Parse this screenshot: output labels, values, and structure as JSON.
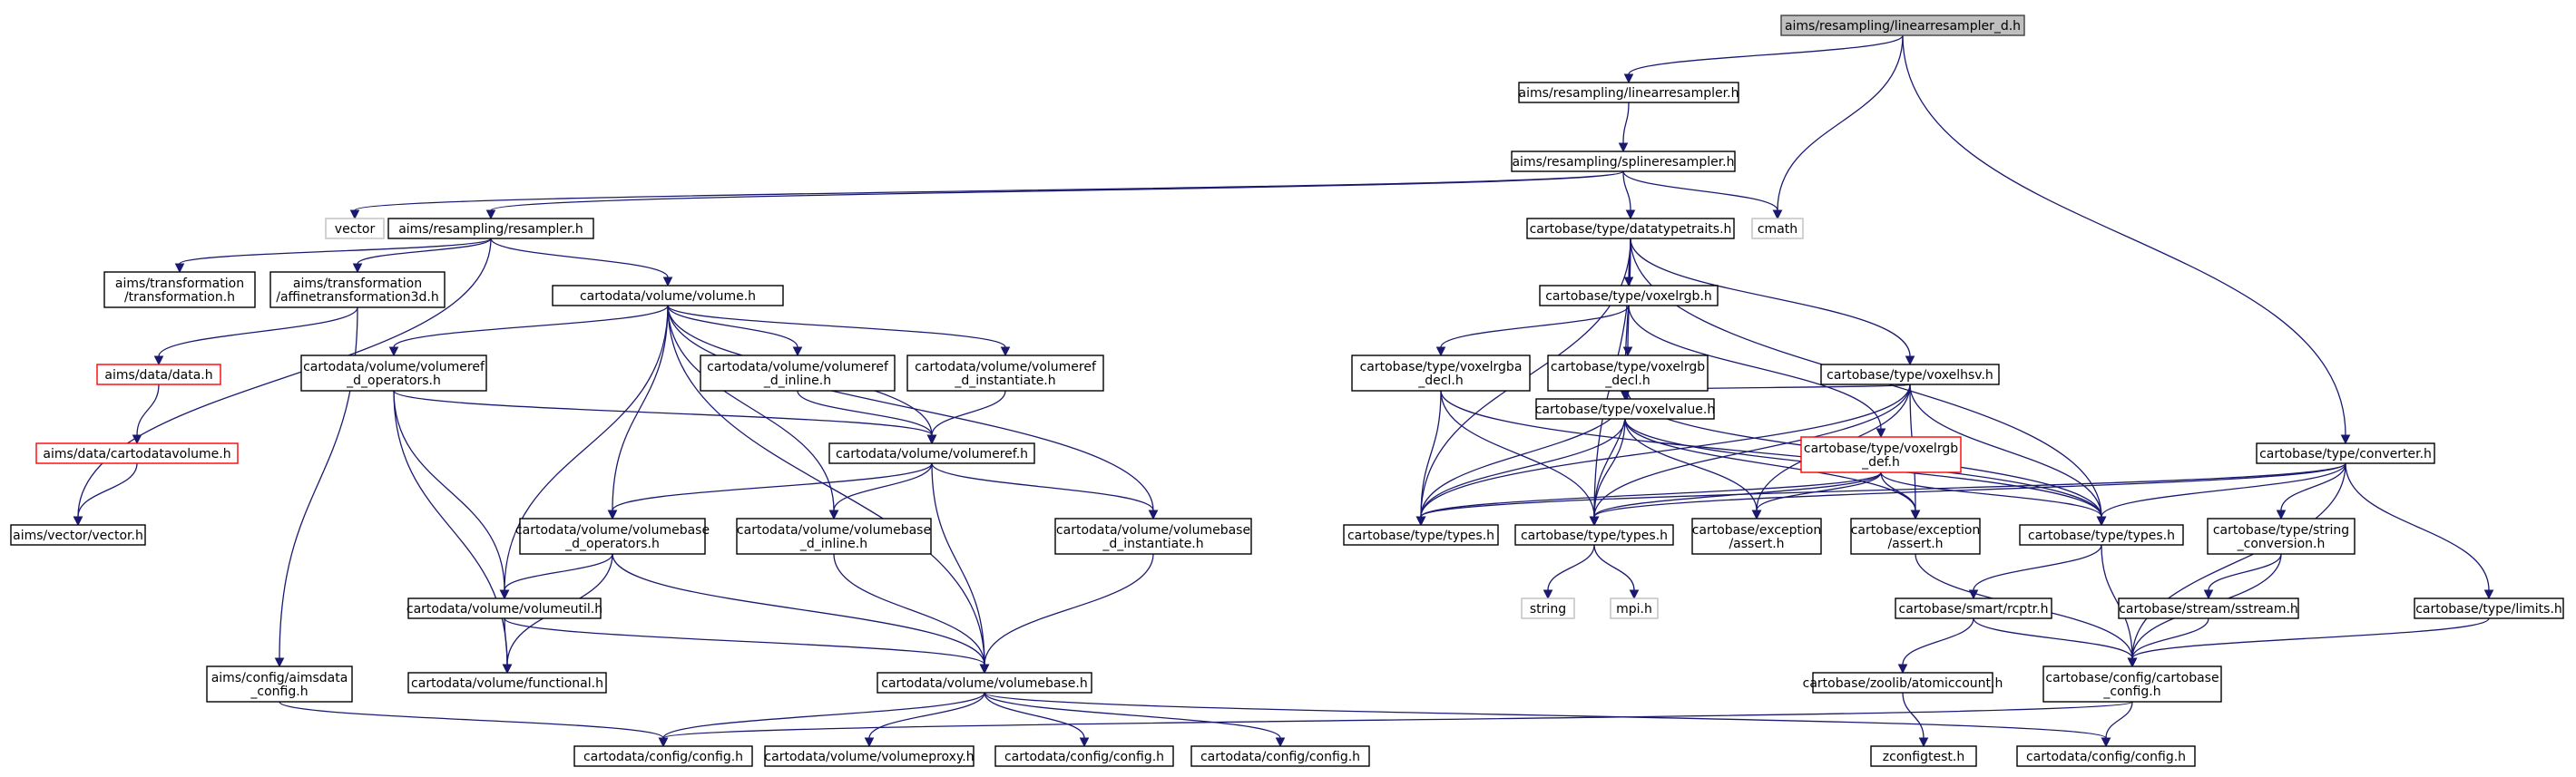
{
  "graph": {
    "root": "aims/resampling/linearresampler_d.h",
    "colors": {
      "edge": "#191970",
      "root_fill": "#bfbfbf",
      "missing_border": "#bfbfbf",
      "truncated_border": "#ff0000",
      "node_border": "#000000"
    },
    "nodes": [
      {
        "id": "n0",
        "label": [
          "aims/resampling/linearresampler_d.h"
        ],
        "style": "root"
      },
      {
        "id": "n1",
        "label": [
          "aims/resampling/linearresampler.h"
        ],
        "style": "normal"
      },
      {
        "id": "n2",
        "label": [
          "aims/resampling/splineresampler.h"
        ],
        "style": "normal"
      },
      {
        "id": "n3",
        "label": [
          "vector"
        ],
        "style": "missing"
      },
      {
        "id": "n4",
        "label": [
          "aims/resampling/resampler.h"
        ],
        "style": "normal"
      },
      {
        "id": "n5",
        "label": [
          "cartobase/type/datatypetraits.h"
        ],
        "style": "normal"
      },
      {
        "id": "n6",
        "label": [
          "cmath"
        ],
        "style": "missing"
      },
      {
        "id": "n7",
        "label": [
          "aims/transformation",
          "/transformation.h"
        ],
        "style": "normal"
      },
      {
        "id": "n8",
        "label": [
          "aims/transformation",
          "/affinetransformation3d.h"
        ],
        "style": "normal"
      },
      {
        "id": "n9",
        "label": [
          "cartodata/volume/volume.h"
        ],
        "style": "normal"
      },
      {
        "id": "n10",
        "label": [
          "cartobase/type/voxelrgb.h"
        ],
        "style": "normal"
      },
      {
        "id": "n11",
        "label": [
          "aims/data/data.h"
        ],
        "style": "truncated"
      },
      {
        "id": "n12",
        "label": [
          "cartodata/volume/volumeref",
          "_d_operators.h"
        ],
        "style": "normal"
      },
      {
        "id": "n13",
        "label": [
          "cartodata/volume/volumeref",
          "_d_inline.h"
        ],
        "style": "normal"
      },
      {
        "id": "n14",
        "label": [
          "cartodata/volume/volumeref",
          "_d_instantiate.h"
        ],
        "style": "normal"
      },
      {
        "id": "n15",
        "label": [
          "cartobase/type/voxelrgba",
          "_decl.h"
        ],
        "style": "normal"
      },
      {
        "id": "n16",
        "label": [
          "cartobase/type/voxelrgb",
          "_decl.h"
        ],
        "style": "normal"
      },
      {
        "id": "n17",
        "label": [
          "cartobase/type/voxelhsv.h"
        ],
        "style": "normal"
      },
      {
        "id": "n18",
        "label": [
          "aims/data/cartodatavolume.h"
        ],
        "style": "truncated"
      },
      {
        "id": "n19",
        "label": [
          "cartodata/volume/volumeref.h"
        ],
        "style": "normal"
      },
      {
        "id": "n20",
        "label": [
          "cartobase/type/voxelvalue.h"
        ],
        "style": "normal"
      },
      {
        "id": "n21",
        "label": [
          "cartobase/type/voxelrgb",
          "_def.h"
        ],
        "style": "truncated"
      },
      {
        "id": "n22",
        "label": [
          "cartobase/type/converter.h"
        ],
        "style": "normal"
      },
      {
        "id": "n23",
        "label": [
          "aims/vector/vector.h"
        ],
        "style": "normal"
      },
      {
        "id": "n24",
        "label": [
          "cartodata/volume/volumebase",
          "_d_operators.h"
        ],
        "style": "normal"
      },
      {
        "id": "n25",
        "label": [
          "cartodata/volume/volumebase",
          "_d_inline.h"
        ],
        "style": "normal"
      },
      {
        "id": "n26",
        "label": [
          "cartodata/volume/volumebase",
          "_d_instantiate.h"
        ],
        "style": "normal"
      },
      {
        "id": "n27",
        "label": [
          "cartobase/type/types.h"
        ],
        "style": "normal"
      },
      {
        "id": "n28",
        "label": [
          "cartobase/type/types.h"
        ],
        "style": "normal"
      },
      {
        "id": "n29",
        "label": [
          "cartobase/exception",
          "/assert.h"
        ],
        "style": "normal"
      },
      {
        "id": "n30",
        "label": [
          "cartobase/exception",
          "/assert.h"
        ],
        "style": "normal"
      },
      {
        "id": "n31",
        "label": [
          "cartobase/type/types.h"
        ],
        "style": "normal"
      },
      {
        "id": "n32",
        "label": [
          "cartobase/type/string",
          "_conversion.h"
        ],
        "style": "normal"
      },
      {
        "id": "n33",
        "label": [
          "string"
        ],
        "style": "missing"
      },
      {
        "id": "n34",
        "label": [
          "mpi.h"
        ],
        "style": "missing"
      },
      {
        "id": "n35",
        "label": [
          "cartodata/volume/volumeutil.h"
        ],
        "style": "normal"
      },
      {
        "id": "n36",
        "label": [
          "cartobase/smart/rcptr.h"
        ],
        "style": "normal"
      },
      {
        "id": "n37",
        "label": [
          "cartobase/stream/sstream.h"
        ],
        "style": "normal"
      },
      {
        "id": "n38",
        "label": [
          "cartobase/type/limits.h"
        ],
        "style": "normal"
      },
      {
        "id": "n39",
        "label": [
          "aims/config/aimsdata",
          "_config.h"
        ],
        "style": "normal"
      },
      {
        "id": "n40",
        "label": [
          "cartodata/volume/functional.h"
        ],
        "style": "normal"
      },
      {
        "id": "n41",
        "label": [
          "cartodata/volume/volumebase.h"
        ],
        "style": "normal"
      },
      {
        "id": "n42",
        "label": [
          "cartobase/zoolib/atomiccount.h"
        ],
        "style": "normal"
      },
      {
        "id": "n43",
        "label": [
          "cartobase/config/cartobase",
          "_config.h"
        ],
        "style": "normal"
      },
      {
        "id": "n44",
        "label": [
          "cartodata/config/config.h"
        ],
        "style": "normal"
      },
      {
        "id": "n45",
        "label": [
          "cartodata/volume/volumeproxy.h"
        ],
        "style": "normal"
      },
      {
        "id": "n46",
        "label": [
          "cartodata/config/config.h"
        ],
        "style": "normal"
      },
      {
        "id": "n47",
        "label": [
          "cartodata/config/config.h"
        ],
        "style": "normal"
      },
      {
        "id": "n48",
        "label": [
          "zconfigtest.h"
        ],
        "style": "normal"
      },
      {
        "id": "n49",
        "label": [
          "cartodata/config/config.h"
        ],
        "style": "normal"
      }
    ],
    "edges": [
      [
        "n0",
        "n1"
      ],
      [
        "n0",
        "n6"
      ],
      [
        "n0",
        "n22"
      ],
      [
        "n1",
        "n2"
      ],
      [
        "n2",
        "n3"
      ],
      [
        "n2",
        "n4"
      ],
      [
        "n2",
        "n5"
      ],
      [
        "n2",
        "n6"
      ],
      [
        "n4",
        "n7"
      ],
      [
        "n4",
        "n8"
      ],
      [
        "n4",
        "n9"
      ],
      [
        "n4",
        "n23"
      ],
      [
        "n8",
        "n11"
      ],
      [
        "n8",
        "n39"
      ],
      [
        "n11",
        "n18"
      ],
      [
        "n18",
        "n23"
      ],
      [
        "n9",
        "n12"
      ],
      [
        "n9",
        "n13"
      ],
      [
        "n9",
        "n14"
      ],
      [
        "n9",
        "n19"
      ],
      [
        "n9",
        "n24"
      ],
      [
        "n9",
        "n25"
      ],
      [
        "n9",
        "n26"
      ],
      [
        "n9",
        "n35"
      ],
      [
        "n9",
        "n41"
      ],
      [
        "n12",
        "n19"
      ],
      [
        "n12",
        "n35"
      ],
      [
        "n12",
        "n40"
      ],
      [
        "n13",
        "n19"
      ],
      [
        "n14",
        "n19"
      ],
      [
        "n19",
        "n24"
      ],
      [
        "n19",
        "n25"
      ],
      [
        "n19",
        "n26"
      ],
      [
        "n19",
        "n41"
      ],
      [
        "n24",
        "n35"
      ],
      [
        "n24",
        "n40"
      ],
      [
        "n24",
        "n41"
      ],
      [
        "n25",
        "n41"
      ],
      [
        "n26",
        "n41"
      ],
      [
        "n35",
        "n40"
      ],
      [
        "n35",
        "n41"
      ],
      [
        "n39",
        "n44"
      ],
      [
        "n41",
        "n44"
      ],
      [
        "n41",
        "n45"
      ],
      [
        "n41",
        "n46"
      ],
      [
        "n41",
        "n47"
      ],
      [
        "n41",
        "n49"
      ],
      [
        "n5",
        "n10"
      ],
      [
        "n5",
        "n17"
      ],
      [
        "n5",
        "n20"
      ],
      [
        "n5",
        "n27"
      ],
      [
        "n5",
        "n28"
      ],
      [
        "n5",
        "n31"
      ],
      [
        "n10",
        "n15"
      ],
      [
        "n10",
        "n16"
      ],
      [
        "n10",
        "n21"
      ],
      [
        "n15",
        "n27"
      ],
      [
        "n15",
        "n28"
      ],
      [
        "n15",
        "n31"
      ],
      [
        "n16",
        "n20"
      ],
      [
        "n16",
        "n27"
      ],
      [
        "n16",
        "n28"
      ],
      [
        "n16",
        "n31"
      ],
      [
        "n17",
        "n20"
      ],
      [
        "n17",
        "n27"
      ],
      [
        "n17",
        "n28"
      ],
      [
        "n17",
        "n29"
      ],
      [
        "n17",
        "n30"
      ],
      [
        "n17",
        "n31"
      ],
      [
        "n20",
        "n27"
      ],
      [
        "n20",
        "n28"
      ],
      [
        "n20",
        "n29"
      ],
      [
        "n20",
        "n30"
      ],
      [
        "n20",
        "n31"
      ],
      [
        "n21",
        "n27"
      ],
      [
        "n21",
        "n28"
      ],
      [
        "n21",
        "n29"
      ],
      [
        "n21",
        "n30"
      ],
      [
        "n21",
        "n31"
      ],
      [
        "n22",
        "n27"
      ],
      [
        "n22",
        "n28"
      ],
      [
        "n22",
        "n31"
      ],
      [
        "n22",
        "n32"
      ],
      [
        "n22",
        "n38"
      ],
      [
        "n22",
        "n43"
      ],
      [
        "n28",
        "n33"
      ],
      [
        "n28",
        "n34"
      ],
      [
        "n30",
        "n43"
      ],
      [
        "n31",
        "n36"
      ],
      [
        "n31",
        "n43"
      ],
      [
        "n32",
        "n37"
      ],
      [
        "n32",
        "n43"
      ],
      [
        "n36",
        "n42"
      ],
      [
        "n36",
        "n43"
      ],
      [
        "n37",
        "n43"
      ],
      [
        "n38",
        "n43"
      ],
      [
        "n42",
        "n48"
      ],
      [
        "n43",
        "n44"
      ],
      [
        "n43",
        "n49"
      ]
    ]
  }
}
